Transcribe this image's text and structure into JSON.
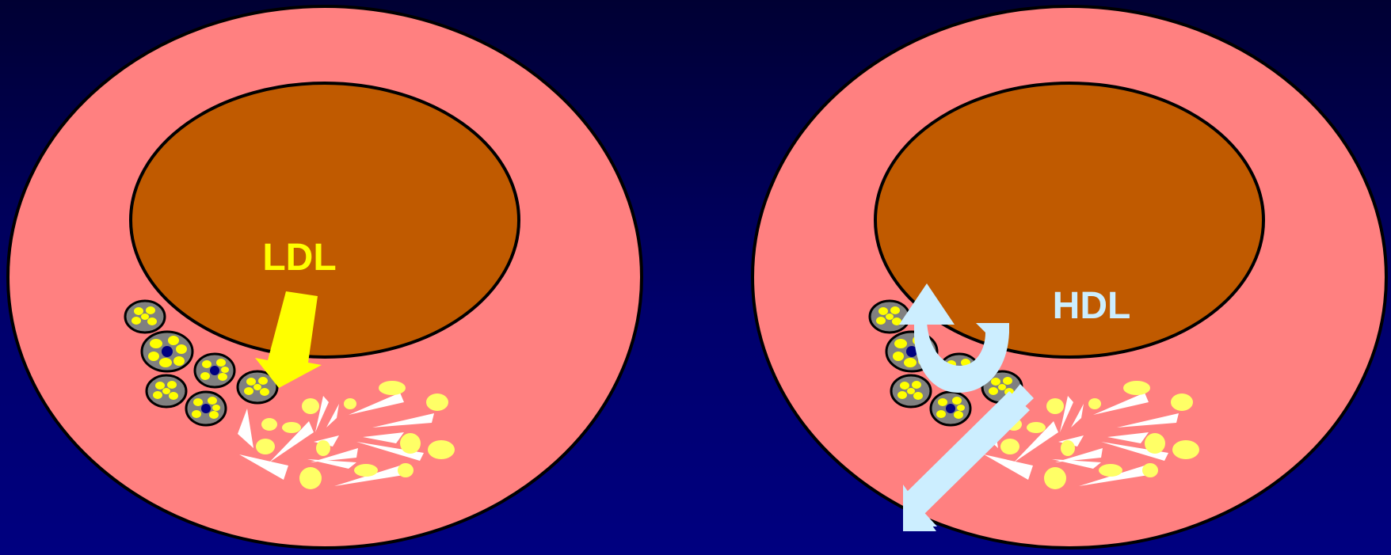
{
  "colors": {
    "background_top": "#000033",
    "background_bottom": "#000080",
    "vessel_wall": "#ff8080",
    "lumen": "#c05a00",
    "outline": "#000000",
    "foam_cell_fill": "#808080",
    "lipid_droplet": "#ffff00",
    "foam_cell_nucleus": "#000080",
    "plaque_lipid": "#ffff66",
    "plaque_crystal": "#ffffff",
    "ldl_arrow": "#ffff00",
    "hdl_arrow": "#cceeff"
  },
  "panels": [
    {
      "id": "ldl-panel",
      "label": "LDL",
      "label_color": "#ffff00",
      "arrow_direction": "into-wall"
    },
    {
      "id": "hdl-panel",
      "label": "HDL",
      "label_color": "#cceeff",
      "arrow_direction": "out-of-wall"
    }
  ]
}
